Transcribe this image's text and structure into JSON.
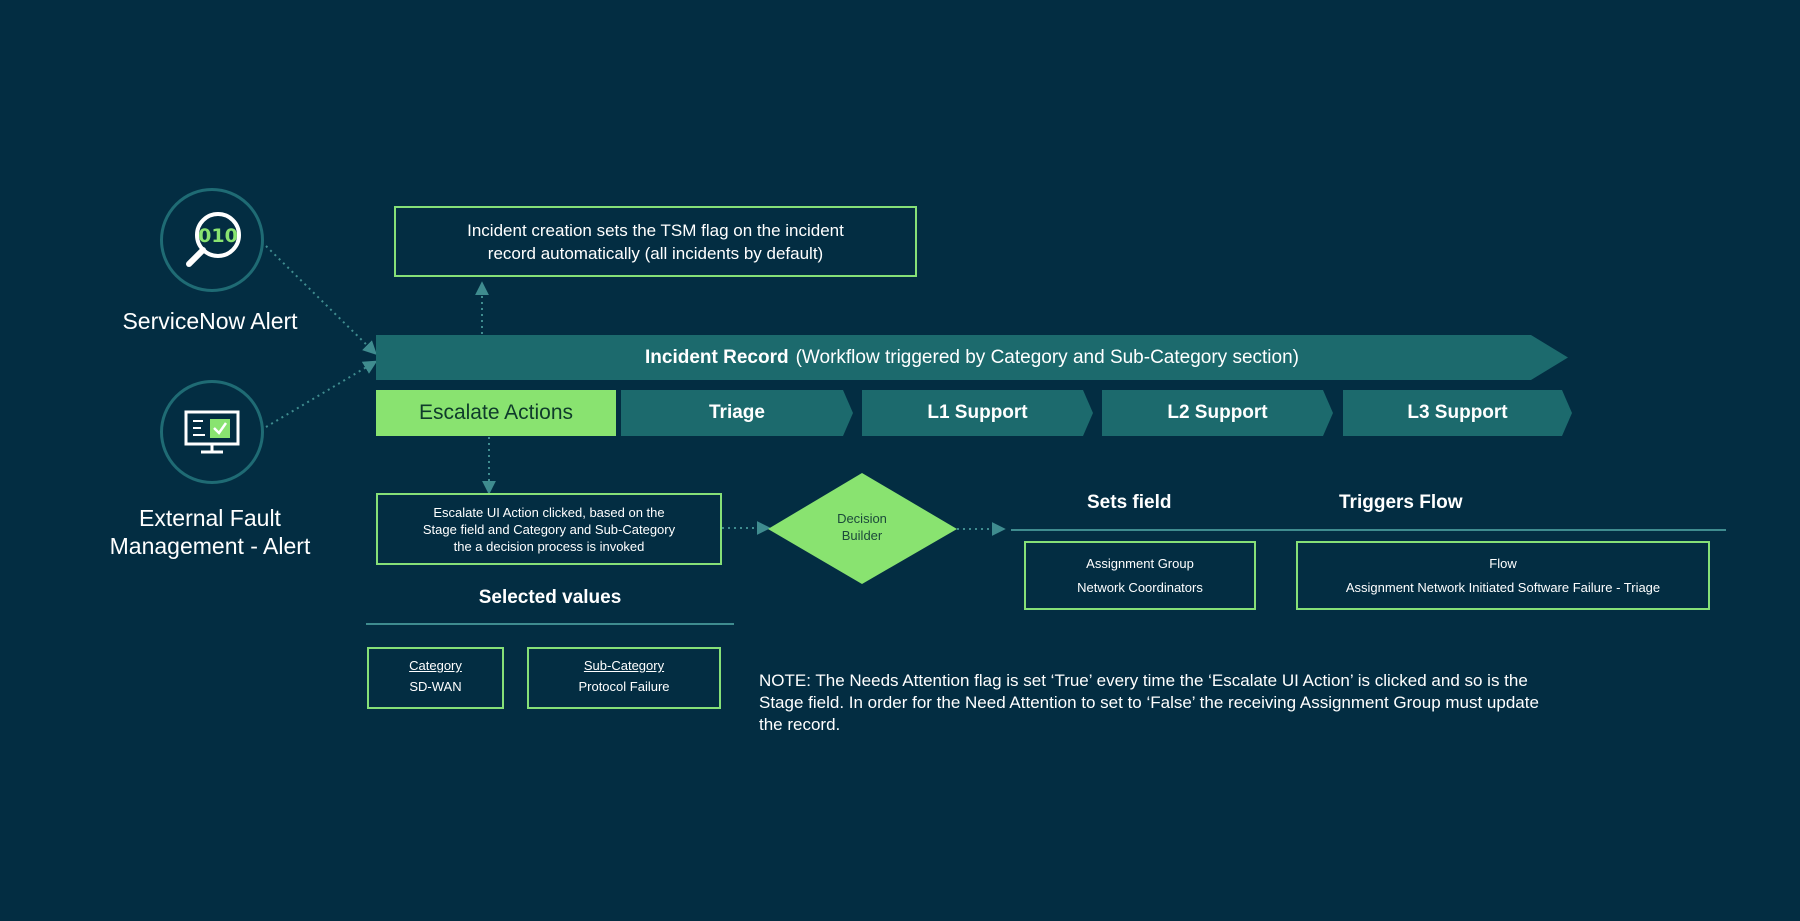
{
  "sources": [
    {
      "label": "ServiceNow Alert",
      "icon": "magnifier-binary-icon",
      "badge": "010"
    },
    {
      "label_lines": [
        "External Fault",
        "Management - Alert"
      ],
      "icon": "monitor-checklist-icon"
    }
  ],
  "tsm_note": {
    "lines": [
      "Incident creation sets the TSM flag on the incident",
      "record automatically (all incidents by default)"
    ]
  },
  "incident_record": {
    "title": "Incident Record",
    "subtitle": "(Workflow triggered by Category and Sub-Category section)"
  },
  "stages": [
    "Escalate Actions",
    "Triage",
    "L1 Support",
    "L2 Support",
    "L3 Support"
  ],
  "escalate_note": {
    "lines": [
      "Escalate UI Action clicked, based on the",
      "Stage field and Category and Sub-Category",
      "the a decision process is invoked"
    ]
  },
  "decision": {
    "lines": [
      "Decision",
      "Builder"
    ]
  },
  "selected_values": {
    "heading": "Selected values",
    "category": {
      "label": "Category",
      "value": "SD-WAN"
    },
    "sub_category": {
      "label": "Sub-Category",
      "value": "Protocol Failure"
    }
  },
  "sets_field": {
    "heading": "Sets field",
    "label": "Assignment Group",
    "value": "Network Coordinators"
  },
  "triggers_flow": {
    "heading": "Triggers Flow",
    "label": "Flow",
    "value": "Assignment Network Initiated Software Failure - Triage"
  },
  "note": {
    "lines": [
      "NOTE: The Needs Attention flag is set ‘True’ every time the ‘Escalate UI Action’ is clicked and so is the",
      "Stage field. In order for the Need Attention to set to ‘False’ the receiving Assignment Group must update",
      "the record."
    ]
  },
  "colors": {
    "background": "#032d42",
    "teal": "#1c6a6d",
    "green": "#89e370",
    "box_border": "#86e077",
    "divider": "#3f8c8f"
  }
}
